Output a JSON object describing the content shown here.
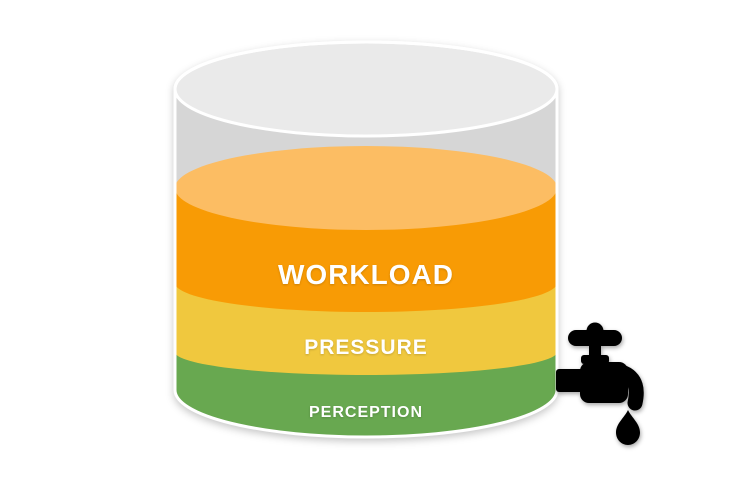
{
  "background_color": "#ffffff",
  "diagram": {
    "name": "stress-container",
    "container": {
      "rim_color": "#eaeaea",
      "wall_color": "#d6d6d6",
      "outline_color": "#ffffff"
    },
    "label_color": "#ffffff",
    "layers": [
      {
        "label": "WORKLOAD",
        "color": "#f89b05",
        "surface_color": "#fcbd63"
      },
      {
        "label": "PRESSURE",
        "color": "#f0c83e"
      },
      {
        "label": "PERCEPTION",
        "color": "#68a850"
      }
    ],
    "tap": {
      "color": "#000000"
    }
  }
}
